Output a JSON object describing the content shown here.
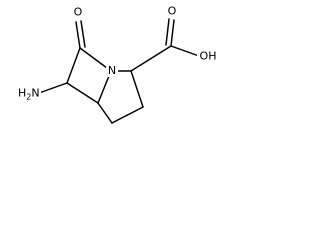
{
  "molecule": {
    "atoms": {
      "oxo_oxygen": "O",
      "ring_nitrogen": "N",
      "amine": "H2N",
      "amine_h": "H",
      "amine_sub": "2",
      "amine_n": "N",
      "acid_oxygen": "O",
      "hydroxyl": "OH"
    }
  }
}
